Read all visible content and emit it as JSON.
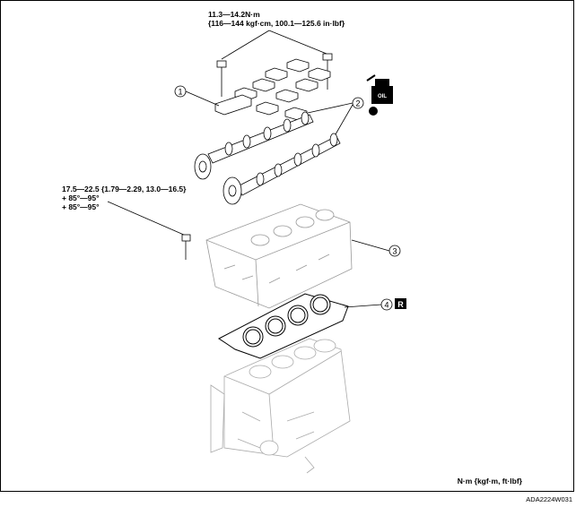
{
  "torque_top": {
    "line1": "11.3—14.2N·m",
    "line2": "{116—144 kgf·cm, 100.1—125.6 in·lbf}"
  },
  "torque_left": {
    "line1": "17.5—22.5 {1.79—2.29, 13.0—16.5}",
    "line2": "+ 85°—95°",
    "line3": "+ 85°—95°"
  },
  "callouts": [
    "1",
    "2",
    "3",
    "4"
  ],
  "oil_label": "OIL",
  "replace_mark": "R",
  "units_note": "N·m {kgf·m, ft·lbf}",
  "figure_code": "ADA2224W031",
  "colors": {
    "line": "#000000",
    "part": "#555555",
    "ghost": "#aaaaaa"
  }
}
